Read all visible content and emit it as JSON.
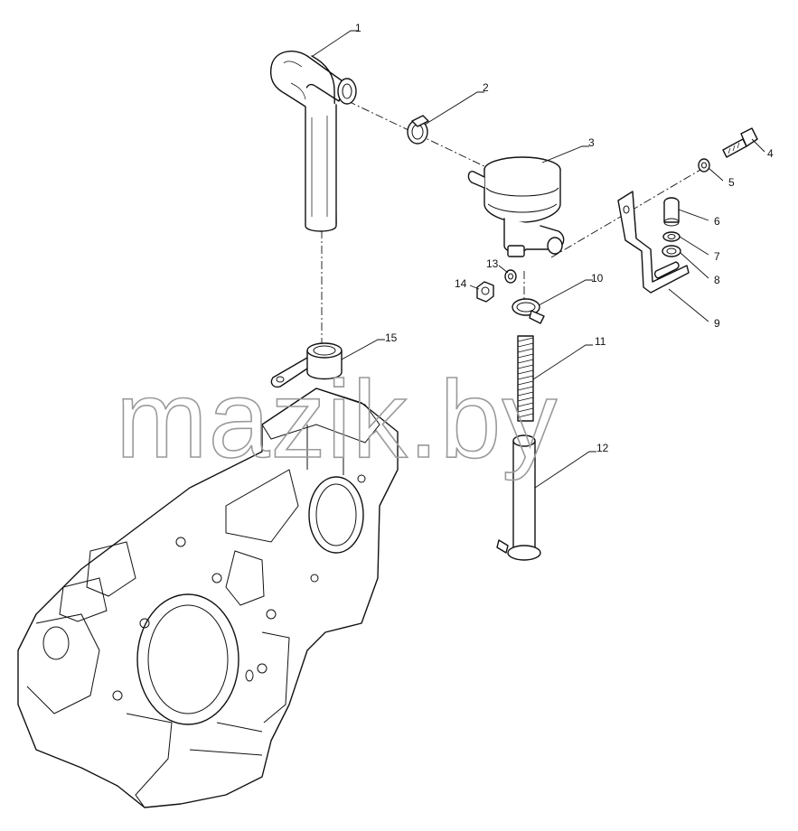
{
  "watermark": "mazik.by",
  "callouts": [
    {
      "id": "1",
      "label": "1"
    },
    {
      "id": "2",
      "label": "2"
    },
    {
      "id": "3",
      "label": "3"
    },
    {
      "id": "4",
      "label": "4"
    },
    {
      "id": "5",
      "label": "5"
    },
    {
      "id": "6",
      "label": "6"
    },
    {
      "id": "7",
      "label": "7"
    },
    {
      "id": "8",
      "label": "8"
    },
    {
      "id": "9",
      "label": "9"
    },
    {
      "id": "10",
      "label": "10"
    },
    {
      "id": "11",
      "label": "11"
    },
    {
      "id": "12",
      "label": "12"
    },
    {
      "id": "13",
      "label": "13"
    },
    {
      "id": "14",
      "label": "14"
    },
    {
      "id": "15",
      "label": "15"
    }
  ],
  "colors": {
    "line": "#111111",
    "watermark": "#9a9a9a",
    "background": "#ffffff"
  }
}
